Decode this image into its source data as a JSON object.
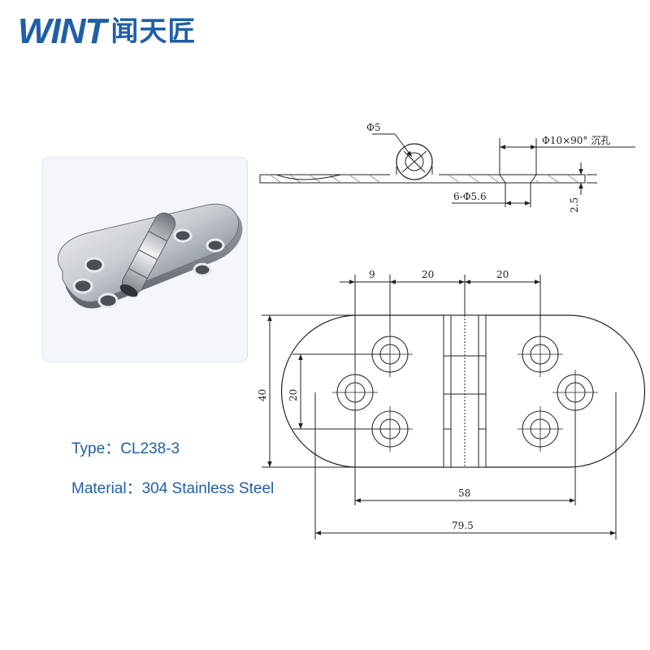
{
  "brand": {
    "latin": "WINT",
    "cjk": "闻天匠",
    "color": "#1f5fa8"
  },
  "product_photo": {
    "description_icon": "hinge-photo-icon"
  },
  "specs": {
    "type_label": "Type：",
    "type_value": "CL238-3",
    "material_label": "Material：",
    "material_value": "304 Stainless Steel",
    "color": "#1f5fa8"
  },
  "side_view": {
    "pin_diameter": "Φ5",
    "countersink": "Φ10×90° 沉孔",
    "holes": "6-Φ5.6",
    "thickness": "2.5"
  },
  "top_view": {
    "dim_9": "9",
    "dim_20_left": "20",
    "dim_20_right": "20",
    "height_40": "40",
    "height_20": "20",
    "hole_span_58": "58",
    "overall_79_5": "79.5"
  }
}
